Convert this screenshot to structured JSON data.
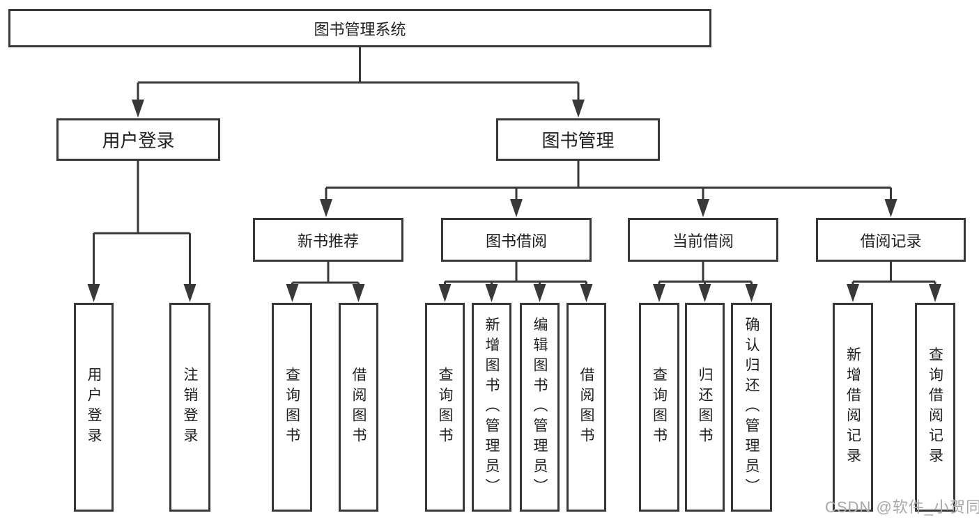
{
  "colors": {
    "line": "#383838",
    "fill": "#ffffff",
    "text": "#1f1f1f",
    "watermark": "#a8a8a8"
  },
  "root": {
    "label": "图书管理系统"
  },
  "level2": [
    {
      "label": "用户登录"
    },
    {
      "label": "图书管理"
    }
  ],
  "level3": [
    {
      "label": "新书推荐"
    },
    {
      "label": "图书借阅"
    },
    {
      "label": "当前借阅"
    },
    {
      "label": "借阅记录"
    }
  ],
  "leaves": [
    {
      "label": "用户登录"
    },
    {
      "label": "注销登录"
    },
    {
      "label": "查询图书"
    },
    {
      "label": "借阅图书"
    },
    {
      "label": "查询图书"
    },
    {
      "label": "新增图书（管理员）"
    },
    {
      "label": "编辑图书（管理员）"
    },
    {
      "label": "借阅图书"
    },
    {
      "label": "查询图书"
    },
    {
      "label": "归还图书"
    },
    {
      "label": "确认归还（管理员）"
    },
    {
      "label": "新增借阅记录"
    },
    {
      "label": "查询借阅记录"
    }
  ],
  "watermark": {
    "text": "CSDN @软件_小贺同学"
  }
}
